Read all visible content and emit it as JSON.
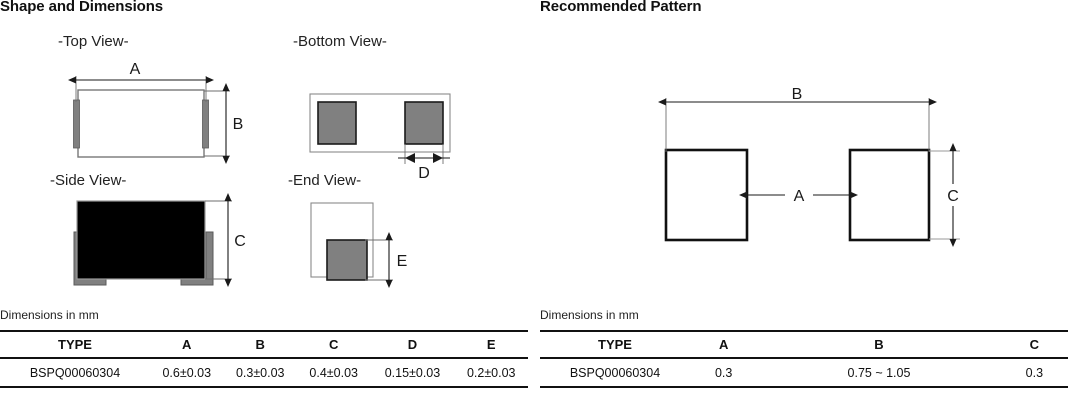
{
  "left_panel": {
    "title": "Shape and Dimensions",
    "views": {
      "top": "-Top View-",
      "bottom": "-Bottom View-",
      "side": "-Side View-",
      "end": "-End View-"
    },
    "dimension_labels": {
      "a": "A",
      "b": "B",
      "c": "C",
      "d": "D",
      "e": "E"
    },
    "dims_note": "Dimensions in mm",
    "table": {
      "headers": [
        "TYPE",
        "A",
        "B",
        "C",
        "D",
        "E"
      ],
      "rows": [
        [
          "BSPQ00060304",
          "0.6±0.03",
          "0.3±0.03",
          "0.4±0.03",
          "0.15±0.03",
          "0.2±0.03"
        ]
      ]
    }
  },
  "right_panel": {
    "title": "Recommended Pattern",
    "dimension_labels": {
      "a": "A",
      "b": "B",
      "c": "C"
    },
    "dims_note": "Dimensions in mm",
    "table": {
      "headers": [
        "TYPE",
        "A",
        "B",
        "C"
      ],
      "rows": [
        [
          "BSPQ00060304",
          "0.3",
          "0.75 ~ 1.05",
          "0.3"
        ]
      ]
    }
  },
  "colors": {
    "line": "#1a1a1a",
    "thin_line": "#6e6e6e",
    "terminal_gray": "#808080",
    "body_black": "#000000",
    "background": "#ffffff"
  }
}
